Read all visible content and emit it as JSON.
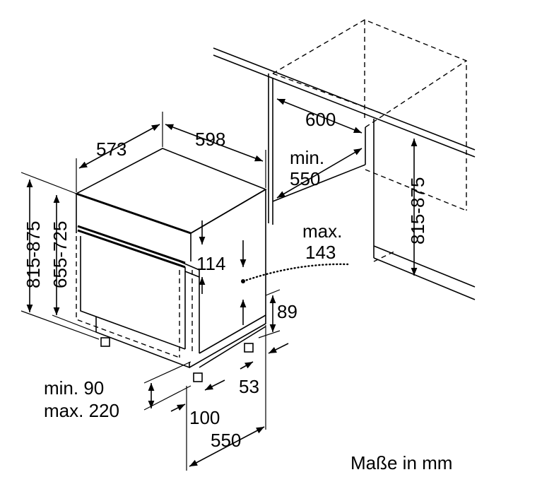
{
  "unit_caption": "Maße in mm",
  "dimensions": {
    "depth_573": "573",
    "width_598": "598",
    "niche_width_600": "600",
    "niche_depth_min": "min.",
    "niche_depth_550": "550",
    "plinth_max": "max.",
    "plinth_143": "143",
    "panel_114": "114",
    "foot_89": "89",
    "foot_53": "53",
    "plinth_height_min": "min. 90",
    "plinth_height_max": "max. 220",
    "setback_100": "100",
    "depth_550": "550",
    "height_815_875_left": "815-875",
    "height_655_725": "655-725",
    "height_815_875_right": "815-875"
  }
}
